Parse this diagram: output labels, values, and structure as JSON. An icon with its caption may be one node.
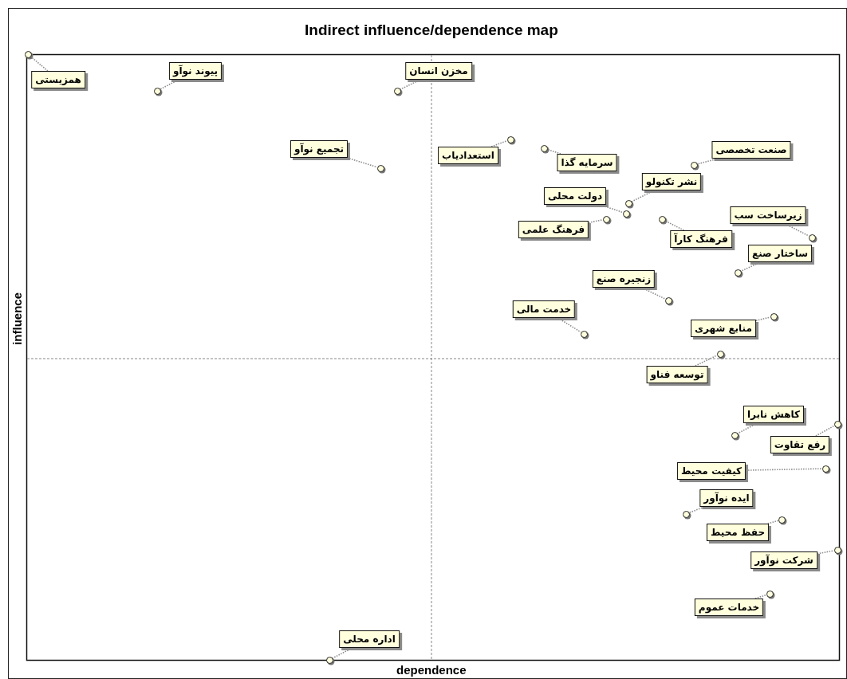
{
  "diagram": {
    "title": "Indirect influence/dependence map",
    "nodes": [
      {
        "text": [
          "همزیستی"
        ]
      },
      {
        "text": [
          "پیوند نوآو"
        ]
      },
      {
        "text": [
          "مخزن انسان"
        ]
      },
      {
        "text": [
          "تجمیع نوآو"
        ]
      },
      {
        "text": [
          "استعدادیاب"
        ]
      },
      {
        "text": [
          "سرمایه گذا"
        ]
      },
      {
        "text": [
          "صنعت تخصصی"
        ]
      },
      {
        "text": [
          "نشر تکنولو"
        ]
      },
      {
        "text": [
          "دولت محلی"
        ]
      },
      {
        "text": [
          "فرهنگ علمی"
        ]
      },
      {
        "text": [
          "زیرساخت سب"
        ]
      },
      {
        "text": [
          "فرهنگ کارآ"
        ]
      },
      {
        "text": [
          "ساختار صنع"
        ]
      },
      {
        "text": [
          "زنجیره صنع"
        ]
      },
      {
        "text": [
          "خدمت مالی"
        ]
      },
      {
        "text": [
          "منابع شهری"
        ]
      },
      {
        "text": [
          "توسعه فناو"
        ]
      },
      {
        "text": [
          "کاهش نابرا"
        ]
      },
      {
        "text": [
          "رفع تقاوت"
        ]
      },
      {
        "text": [
          "کیفیت محیط"
        ]
      },
      {
        "text": [
          "ایده نوآور"
        ]
      },
      {
        "text": [
          "حفظ محیط"
        ]
      },
      {
        "text": [
          "شرکت نوآور"
        ]
      },
      {
        "text": [
          "خدمات عموم"
        ]
      },
      {
        "text": [
          "اداره محلی"
        ]
      },
      {
        "text": [],
        "shape": "circle"
      },
      {
        "text": [],
        "shape": "circle"
      },
      {
        "text": [],
        "shape": "circle"
      },
      {
        "text": [],
        "shape": "circle"
      },
      {
        "text": [],
        "shape": "circle"
      },
      {
        "text": [],
        "shape": "circle"
      },
      {
        "text": [],
        "shape": "circle"
      },
      {
        "text": [],
        "shape": "circle"
      },
      {
        "text": [],
        "shape": "circle"
      },
      {
        "text": [],
        "shape": "circle"
      },
      {
        "text": [],
        "shape": "circle"
      },
      {
        "text": [],
        "shape": "circle"
      },
      {
        "text": [],
        "shape": "circle"
      },
      {
        "text": [],
        "shape": "circle"
      },
      {
        "text": [],
        "shape": "circle"
      },
      {
        "text": [],
        "shape": "circle"
      },
      {
        "text": [],
        "shape": "circle"
      },
      {
        "text": [],
        "shape": "circle"
      },
      {
        "text": [],
        "shape": "circle"
      },
      {
        "text": [],
        "shape": "circle"
      },
      {
        "text": [],
        "shape": "circle"
      },
      {
        "text": [],
        "shape": "circle"
      },
      {
        "text": [],
        "shape": "circle"
      },
      {
        "text": [],
        "shape": "circle"
      },
      {
        "text": [],
        "shape": "circle"
      }
    ],
    "edges": [
      {
        "from": 0,
        "to": 25,
        "arrow": "none"
      },
      {
        "from": 1,
        "to": 26,
        "arrow": "none"
      },
      {
        "from": 2,
        "to": 27,
        "arrow": "none"
      },
      {
        "from": 3,
        "to": 28,
        "arrow": "none"
      },
      {
        "from": 4,
        "to": 29,
        "arrow": "none"
      },
      {
        "from": 5,
        "to": 30,
        "arrow": "none"
      },
      {
        "from": 6,
        "to": 31,
        "arrow": "none"
      },
      {
        "from": 7,
        "to": 32,
        "arrow": "none"
      },
      {
        "from": 8,
        "to": 33,
        "arrow": "none"
      },
      {
        "from": 9,
        "to": 34,
        "arrow": "none"
      },
      {
        "from": 10,
        "to": 35,
        "arrow": "none"
      },
      {
        "from": 11,
        "to": 36,
        "arrow": "none"
      },
      {
        "from": 12,
        "to": 37,
        "arrow": "none"
      },
      {
        "from": 13,
        "to": 38,
        "arrow": "none"
      },
      {
        "from": 14,
        "to": 39,
        "arrow": "none"
      },
      {
        "from": 15,
        "to": 40,
        "arrow": "none"
      },
      {
        "from": 16,
        "to": 41,
        "arrow": "none"
      },
      {
        "from": 17,
        "to": 42,
        "arrow": "none"
      },
      {
        "from": 18,
        "to": 43,
        "arrow": "none"
      },
      {
        "from": 19,
        "to": 44,
        "arrow": "none"
      },
      {
        "from": 20,
        "to": 45,
        "arrow": "none"
      },
      {
        "from": 21,
        "to": 46,
        "arrow": "none"
      },
      {
        "from": 22,
        "to": 47,
        "arrow": "none"
      },
      {
        "from": 23,
        "to": 48,
        "arrow": "none"
      },
      {
        "from": 24,
        "to": 49,
        "arrow": "none"
      }
    ],
    "labels": [
      "influence",
      "dependence"
    ]
  }
}
